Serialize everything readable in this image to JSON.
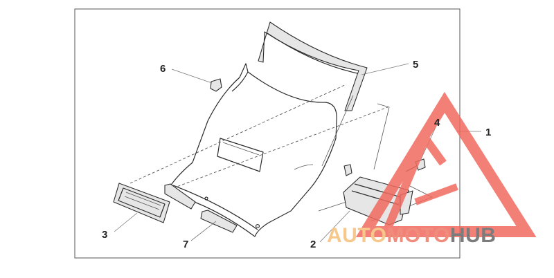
{
  "callouts": [
    {
      "label": "1"
    },
    {
      "label": "2"
    },
    {
      "label": "3"
    },
    {
      "label": "4"
    },
    {
      "label": "5"
    },
    {
      "label": "6"
    },
    {
      "label": "7"
    }
  ],
  "watermark": {
    "part1": "AUTO",
    "part2": "MOTO",
    "part3": "HUB",
    "colors": {
      "part1": "#f7c88c",
      "part2": "#f08c7c",
      "part3": "#7c7c7c",
      "triangle": "#f06a5f"
    }
  },
  "icons": [
    "watermark-triangle-logo"
  ]
}
